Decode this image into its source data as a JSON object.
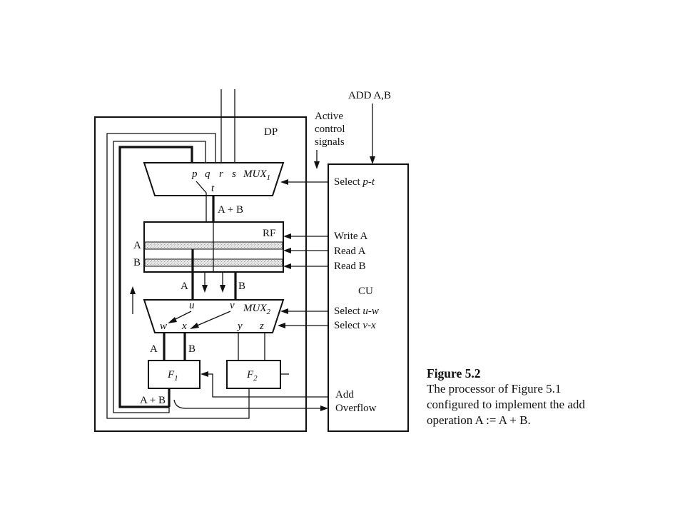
{
  "diagram": {
    "instruction": "ADD A,B",
    "active_signals": [
      "Active",
      "control",
      "signals"
    ],
    "datapath_label": "DP",
    "control_unit_label": "CU",
    "mux1": {
      "name": "MUX",
      "sub": "1",
      "inputs": [
        "p",
        "q",
        "r",
        "s"
      ],
      "output": "t"
    },
    "mux1_output_bus": "A + B",
    "register_file": {
      "name": "RF",
      "reg_a": "A",
      "reg_b": "B"
    },
    "rf_outputs": [
      "A",
      "B"
    ],
    "mux2": {
      "name": "MUX",
      "sub": "2",
      "inputs": [
        "u",
        "v"
      ],
      "outputs": [
        "w",
        "x",
        "y",
        "z"
      ]
    },
    "mux2_outputs": [
      "A",
      "B"
    ],
    "f1": {
      "name": "F",
      "sub": "1"
    },
    "f2": {
      "name": "F",
      "sub": "2"
    },
    "f1_output_bus": "A + B",
    "control_signals": {
      "select_pt": {
        "prefix": "Select ",
        "vars": "p-t"
      },
      "write_a": "Write A",
      "read_a": "Read A",
      "read_b": "Read B",
      "select_uw": {
        "prefix": "Select ",
        "vars": "u-w"
      },
      "select_vx": {
        "prefix": "Select ",
        "vars": "v-x"
      },
      "add": "Add",
      "overflow": "Overflow"
    }
  },
  "caption": {
    "title": "Figure 5.2",
    "text": "The processor of Figure 5.1 configured to implement the add operation A := A + B."
  }
}
